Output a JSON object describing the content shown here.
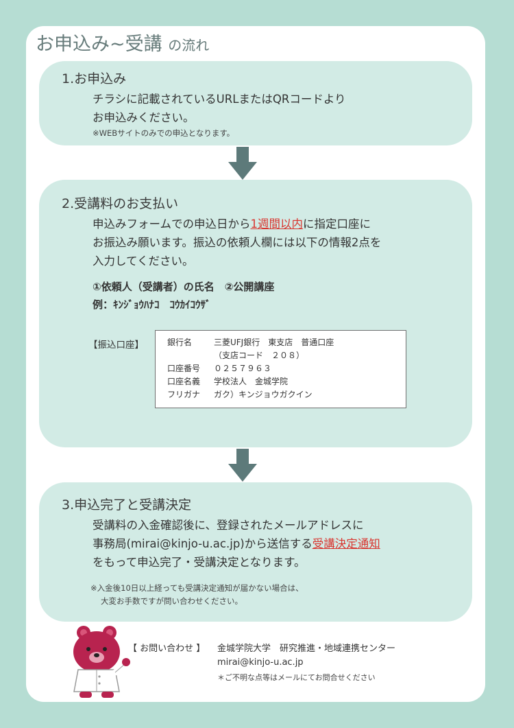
{
  "title": {
    "main": "お申込み~受講",
    "sub": "の流れ"
  },
  "step1": {
    "title": "1.お申込み",
    "lines": [
      "チラシに記載されているURLまたはQRコードより",
      "お申込みください。"
    ],
    "note": "※WEBサイトのみでの申込となります。"
  },
  "step2": {
    "title": "2.受講料のお支払い",
    "line1_pre": "申込みフォームでの申込日から",
    "line1_hl": "1週間以内",
    "line1_post": "に指定口座に",
    "line2": "お振込み願います。振込の依頼人欄には以下の情報2点を",
    "line3": "入力してください。",
    "items": "①依頼人（受講者）の氏名　②公開講座",
    "example": "例：ｷﾝｼﾞｮｳﾊﾅｺ　ｺｳｶｲｺｳｻﾞ",
    "bank_label": "【振込口座】",
    "bank": {
      "row1_k": "銀行名",
      "row1_v": "三菱UFJ銀行　東支店　普通口座",
      "row2_v": "（支店コード　２０８）",
      "row3_k": "口座番号",
      "row3_v": "０２５７９６３",
      "row4_k": "口座名義",
      "row4_v": "学校法人　金城学院",
      "row5_k": "フリガナ",
      "row5_v": "ガク）キンジョウガクイン"
    }
  },
  "step3": {
    "title": "3.申込完了と受講決定",
    "line1": "受講料の入金確認後に、登録されたメールアドレスに",
    "line2_pre": "事務局(mirai@kinjo-u.ac.jp)から送信する",
    "line2_hl": "受講決定通知",
    "line3": "をもって申込完了・受講決定となります。",
    "note1": "※入金後10日以上経っても受講決定通知が届かない場合は、",
    "note2": "大変お手数ですが問い合わせください。"
  },
  "contact": {
    "label": "【 お問い合わせ 】",
    "org": "金城学院大学　研究推進・地域連携センター",
    "email": "mirai@kinjo-u.ac.jp",
    "note": "＊ご不明な点等はメールにてお問合せください"
  },
  "colors": {
    "background": "#b6ddd3",
    "panel": "#d2ebe5",
    "arrow": "#5d7a7a",
    "highlight": "#d9352f",
    "bear": "#b8234f"
  }
}
